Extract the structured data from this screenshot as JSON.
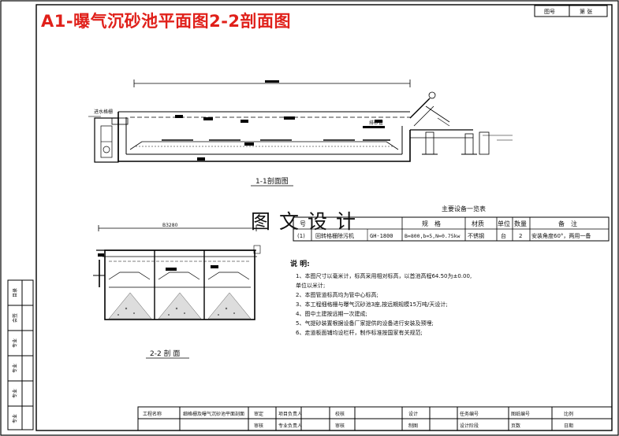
{
  "title": "A1-曝气沉砂池平面图2-2剖面图",
  "watermark": "图文设计",
  "section_1_label": "1-1剖面图",
  "section_2_label": "2-2 剖 面",
  "equipment_table": {
    "title": "主要设备一览表",
    "headers": [
      "号",
      "规　格",
      "材质",
      "单位",
      "数量",
      "备　注"
    ],
    "row": {
      "code": "(1)",
      "name": "回转格栅除污机",
      "model": "GH-1800",
      "spec": "B=800,b=5,N=0.75kw",
      "material": "不锈钢",
      "unit": "台",
      "qty": "2",
      "note": "安装角度60°，两用一备"
    }
  },
  "notes": {
    "heading": "说 明:",
    "items": [
      "1、本图尺寸以毫米计，标高采用相对标高，以首池高程64.50为±0.00,",
      "单位以米计;",
      "2、本图管道标高均为管中心标高;",
      "3、本工程细格栅与曝气沉砂池3座,按远期规模15万吨/天设计;",
      "4、图中土建按远期一次建成;",
      "5、气提砂装置根据设备厂家提供的设备进行安装及预埋;",
      "6、走道板面铺均设栏杆，制作标准按国家有关规范;"
    ]
  },
  "dimension_left": "B3280",
  "label_inlet": "进水格栅",
  "label_pipe": "排砂管",
  "title_block": {
    "left_col": [
      "目录",
      "会签",
      "专业",
      "专业",
      "专业",
      "专业"
    ],
    "bottom": [
      "工程名称",
      "细格栅及曝气沉砂池平面剖面",
      "审定",
      "项目负责人",
      "校核",
      "设计",
      "任务编号",
      "图纸编号",
      "比例",
      "审核",
      "专业负责人",
      "审核",
      "制图",
      "设计阶段",
      "页数",
      "日期"
    ],
    "top_right": [
      "图号",
      "第 张"
    ]
  }
}
